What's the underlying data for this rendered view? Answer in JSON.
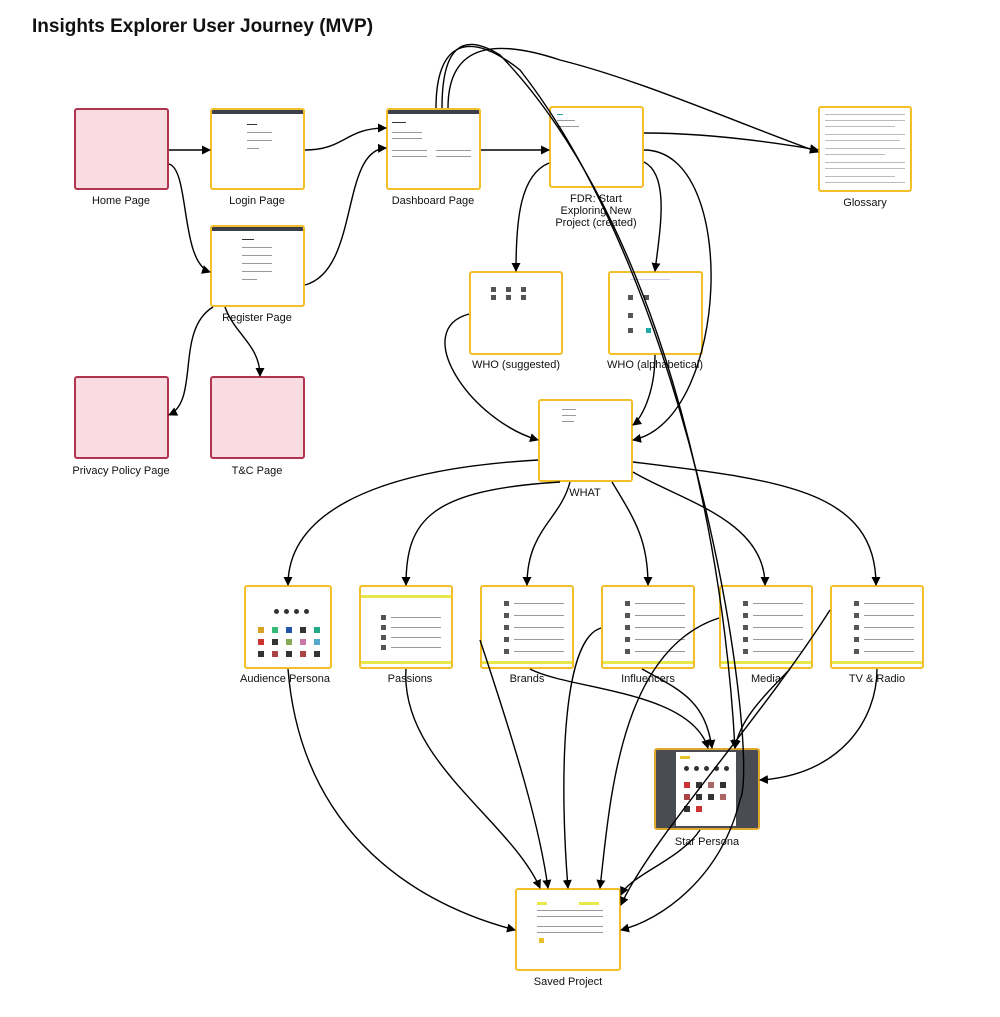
{
  "title": "Insights Explorer User Journey (MVP)",
  "colors": {
    "page_border": "#f2bf2a",
    "placeholder_fill": "#f9dbe2",
    "placeholder_border": "#b0344d",
    "arrow": "#000000"
  },
  "nodes": {
    "home": "Home Page",
    "login": "Login Page",
    "register": "Register Page",
    "privacy": "Privacy Policy Page",
    "tc": "T&C Page",
    "dashboard": "Dashboard Page",
    "fdr": "FDR: Start Exploring New Project (created)",
    "glossary": "Glossary",
    "who_suggested": "WHO (suggested)",
    "who_alpha": "WHO (alphabetical)",
    "what": "WHAT",
    "audience": "Audience Persona",
    "passions": "Passions",
    "brands": "Brands",
    "influencers": "Influencers",
    "media": "Media",
    "tvradio": "TV & Radio",
    "star": "Star Persona",
    "saved": "Saved Project"
  },
  "edges": [
    [
      "home",
      "login"
    ],
    [
      "home",
      "register"
    ],
    [
      "login",
      "dashboard"
    ],
    [
      "register",
      "dashboard"
    ],
    [
      "register",
      "privacy"
    ],
    [
      "register",
      "tc"
    ],
    [
      "dashboard",
      "fdr"
    ],
    [
      "fdr",
      "glossary"
    ],
    [
      "fdr",
      "who_suggested"
    ],
    [
      "fdr",
      "who_alpha"
    ],
    [
      "fdr",
      "what"
    ],
    [
      "who_suggested",
      "what"
    ],
    [
      "who_alpha",
      "what"
    ],
    [
      "what",
      "audience"
    ],
    [
      "what",
      "passions"
    ],
    [
      "what",
      "brands"
    ],
    [
      "what",
      "influencers"
    ],
    [
      "what",
      "media"
    ],
    [
      "what",
      "tvradio"
    ],
    [
      "brands",
      "star"
    ],
    [
      "influencers",
      "star"
    ],
    [
      "media",
      "star"
    ],
    [
      "tvradio",
      "star"
    ],
    [
      "audience",
      "saved"
    ],
    [
      "passions",
      "saved"
    ],
    [
      "brands",
      "saved"
    ],
    [
      "influencers",
      "saved"
    ],
    [
      "media",
      "saved"
    ],
    [
      "tvradio",
      "saved"
    ],
    [
      "star",
      "saved"
    ],
    [
      "dashboard",
      "glossary"
    ],
    [
      "dashboard",
      "saved"
    ],
    [
      "dashboard",
      "star"
    ]
  ]
}
